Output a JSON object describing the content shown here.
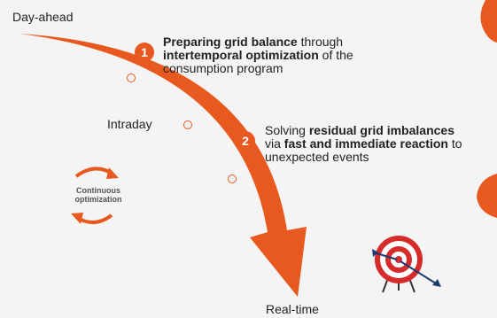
{
  "labels": {
    "day_ahead": "Day-ahead",
    "intraday": "Intraday",
    "real_time": "Real-time"
  },
  "steps": [
    {
      "number": "1",
      "line1_bold": "Preparing grid balance",
      "line1_rest": " through",
      "line2_bold": "intertemporal optimization",
      "line2_rest": " of the",
      "line3": "consumption program"
    },
    {
      "number": "2",
      "line1_pre": "Solving ",
      "line1_bold": "residual grid imbalances",
      "line2_pre": "via ",
      "line2_bold": "fast and immediate reaction",
      "line2_rest": " to",
      "line3": "unexpected events"
    }
  ],
  "cycle": {
    "line1": "Continuous",
    "line2": "optimization"
  },
  "colors": {
    "accent": "#e8591f",
    "background": "#f4f4f4",
    "target_red": "#d62b2b",
    "target_blue": "#1d3b6e"
  },
  "icons": [
    "timeline-arrow-icon",
    "cycle-arrows-icon",
    "target-icon"
  ]
}
